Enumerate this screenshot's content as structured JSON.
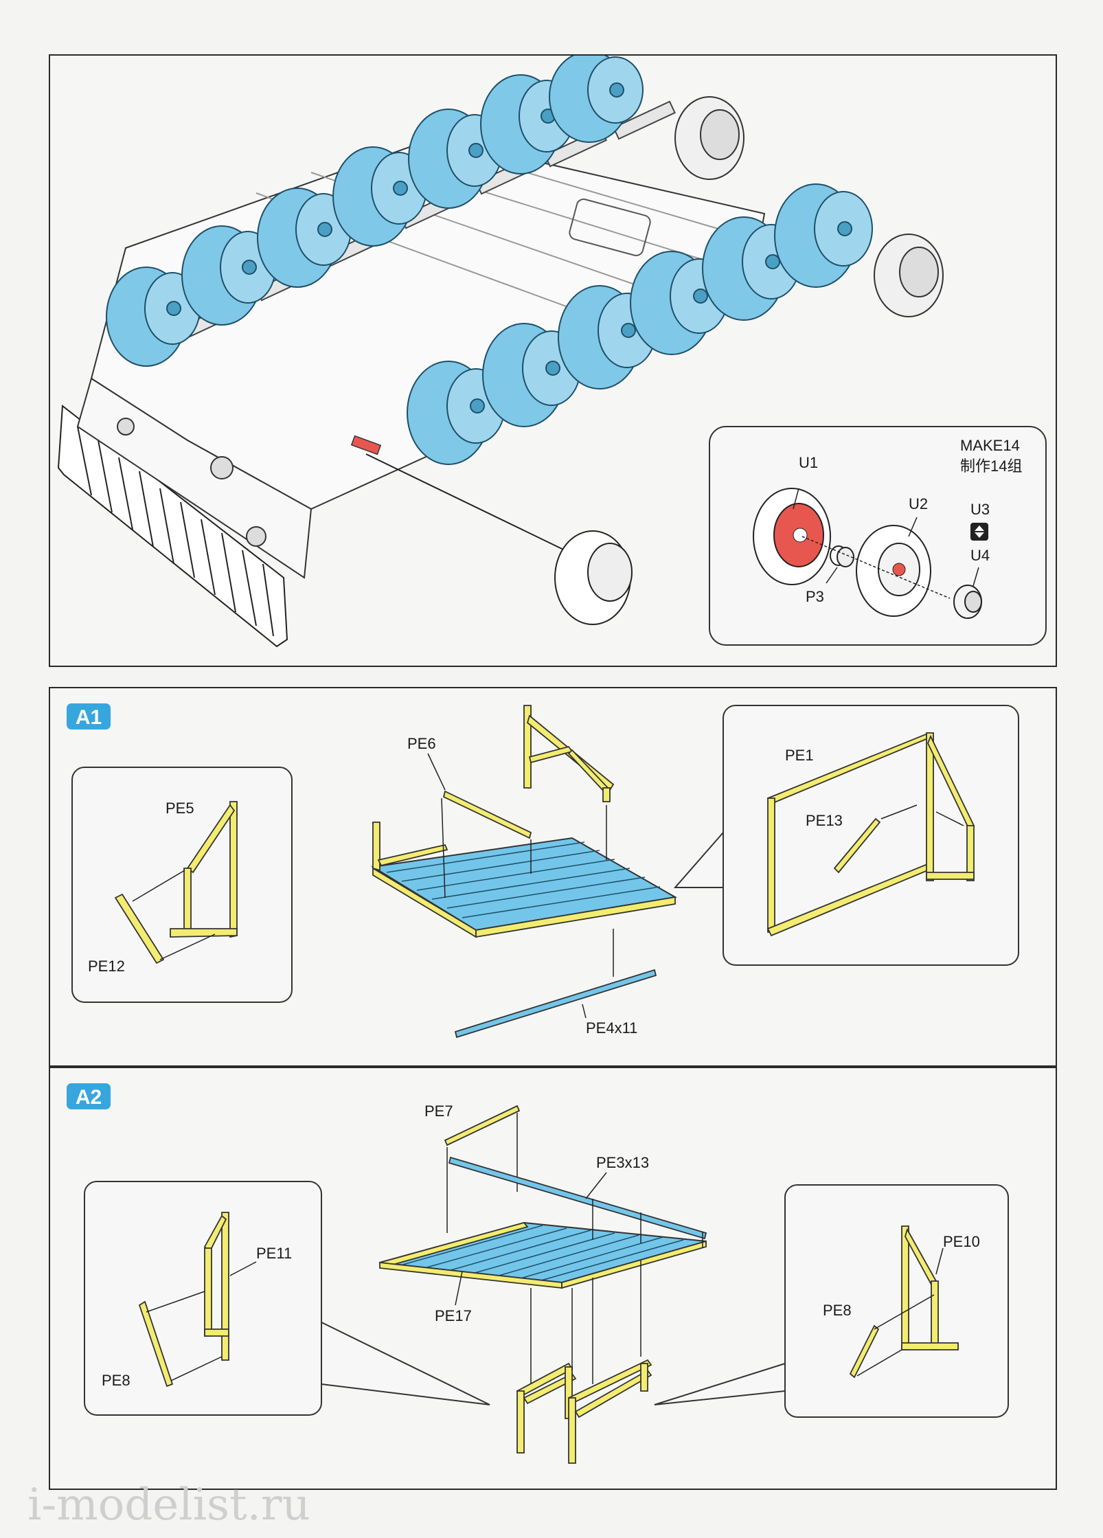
{
  "top_panel": {
    "make_count": "MAKE14",
    "make_count_cn": "制作14组",
    "parts": {
      "u1": "U1",
      "u2": "U2",
      "u3": "U3",
      "u4": "U4",
      "p3": "P3"
    }
  },
  "step_a1": {
    "badge": "A1",
    "labels": {
      "pe6": "PE6",
      "pe5": "PE5",
      "pe12": "PE12",
      "pe1": "PE1",
      "pe13": "PE13",
      "pe4": "PE4x11"
    }
  },
  "step_a2": {
    "badge": "A2",
    "labels": {
      "pe7": "PE7",
      "pe3": "PE3x13",
      "pe17": "PE17",
      "pe11": "PE11",
      "pe8_left": "PE8",
      "pe10": "PE10",
      "pe8_right": "PE8"
    }
  },
  "watermark": "i-modelist.ru",
  "colors": {
    "wheel_blue": "#7fc8e8",
    "pe_yellow": "#f3ec70",
    "pe_blue": "#73c6ea",
    "hub_red": "#e8574f",
    "badge_blue": "#37a6dd"
  }
}
